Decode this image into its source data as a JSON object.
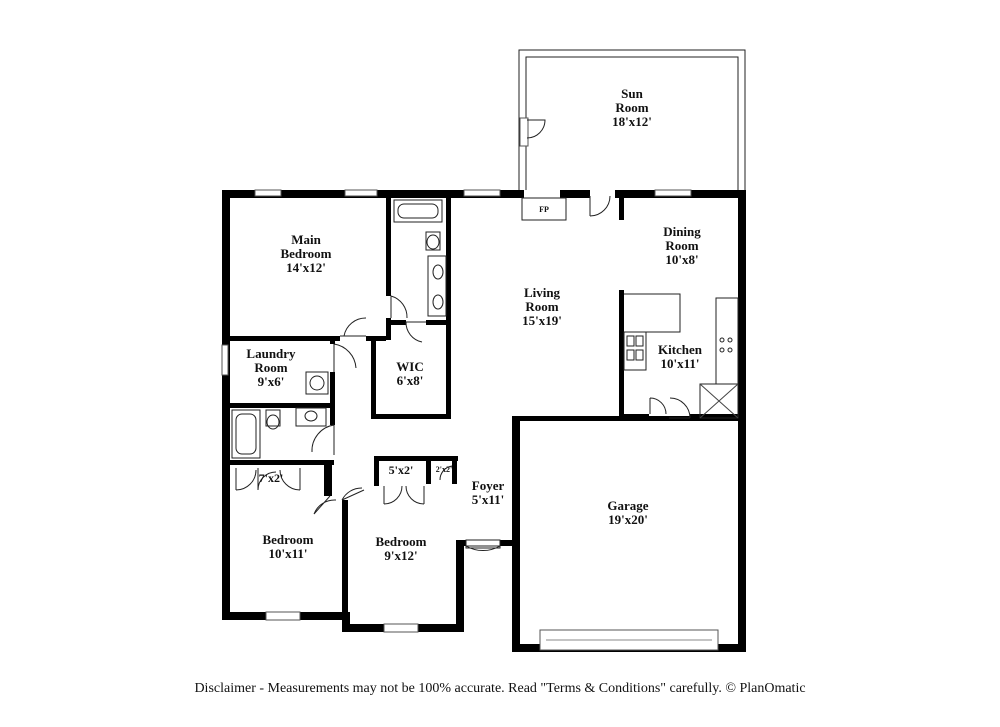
{
  "rooms": {
    "sun_room": {
      "name_line1": "Sun",
      "name_line2": "Room",
      "size": "18'x12'"
    },
    "main_bedroom": {
      "name_line1": "Main",
      "name_line2": "Bedroom",
      "size": "14'x12'"
    },
    "living_room": {
      "name_line1": "Living",
      "name_line2": "Room",
      "size": "15'x19'"
    },
    "dining_room": {
      "name_line1": "Dining",
      "name_line2": "Room",
      "size": "10'x8'"
    },
    "kitchen": {
      "name": "Kitchen",
      "size": "10'x11'"
    },
    "laundry_room": {
      "name_line1": "Laundry",
      "name_line2": "Room",
      "size": "9'x6'"
    },
    "wic": {
      "name": "WIC",
      "size": "6'x8'"
    },
    "closet_7x2": {
      "size": "7'x2'"
    },
    "closet_5x2": {
      "size": "5'x2'"
    },
    "closet_2x2": {
      "size": "2'x2'"
    },
    "foyer": {
      "name": "Foyer",
      "size": "5'x11'"
    },
    "bedroom_left": {
      "name": "Bedroom",
      "size": "10'x11'"
    },
    "bedroom_mid": {
      "name": "Bedroom",
      "size": "9'x12'"
    },
    "garage": {
      "name": "Garage",
      "size": "19'x20'"
    }
  },
  "fireplace": {
    "label": "FP"
  },
  "disclaimer": "Disclaimer - Measurements may not be 100% accurate. Read \"Terms & Conditions\" carefully. © PlanOmatic"
}
